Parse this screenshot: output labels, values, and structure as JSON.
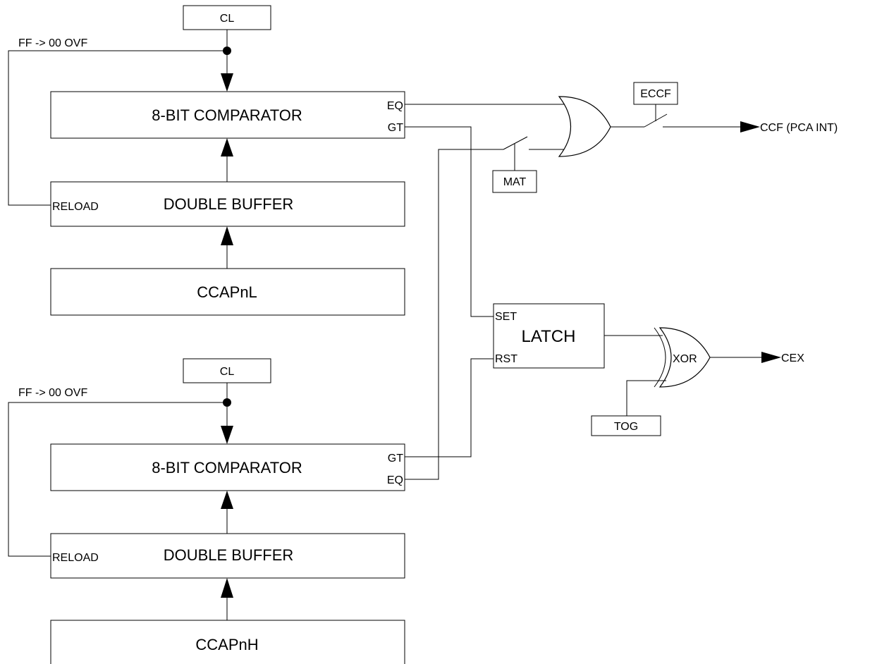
{
  "colors": {
    "line": "#000000",
    "background": "#ffffff"
  },
  "top": {
    "cl": "CL",
    "ovf": "FF -> 00 OVF",
    "comparator": "8-BIT COMPARATOR",
    "eq": "EQ",
    "gt": "GT",
    "reload": "RELOAD",
    "double_buffer": "DOUBLE BUFFER",
    "register": "CCAPnL"
  },
  "bottom": {
    "cl": "CL",
    "ovf": "FF -> 00 OVF",
    "comparator": "8-BIT COMPARATOR",
    "gt": "GT",
    "eq": "EQ",
    "reload": "RELOAD",
    "double_buffer": "DOUBLE BUFFER",
    "register": "CCAPnH"
  },
  "logic": {
    "eccf": "ECCF",
    "mat": "MAT",
    "ccf_output": "CCF (PCA INT)",
    "latch": "LATCH",
    "set": "SET",
    "rst": "RST",
    "xor": "XOR",
    "tog": "TOG",
    "cex_output": "CEX"
  }
}
